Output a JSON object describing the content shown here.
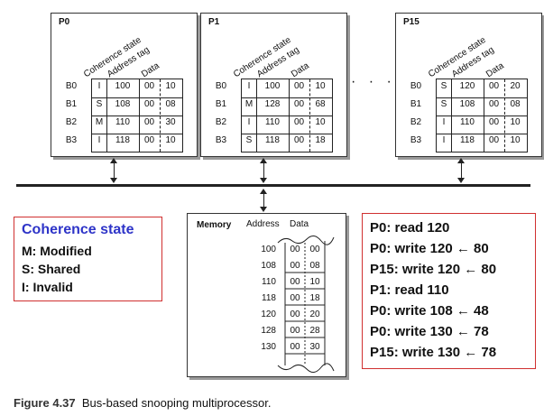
{
  "processors": [
    {
      "name": "P0",
      "header": {
        "state": "Coherence state",
        "tag": "Address tag",
        "data": "Data"
      },
      "rows": [
        {
          "block": "B0",
          "state": "I",
          "tag": "100",
          "d1": "00",
          "d2": "10"
        },
        {
          "block": "B1",
          "state": "S",
          "tag": "108",
          "d1": "00",
          "d2": "08"
        },
        {
          "block": "B2",
          "state": "M",
          "tag": "110",
          "d1": "00",
          "d2": "30"
        },
        {
          "block": "B3",
          "state": "I",
          "tag": "118",
          "d1": "00",
          "d2": "10"
        }
      ]
    },
    {
      "name": "P1",
      "header": {
        "state": "Coherence state",
        "tag": "Address tag",
        "data": "Data"
      },
      "rows": [
        {
          "block": "B0",
          "state": "I",
          "tag": "100",
          "d1": "00",
          "d2": "10"
        },
        {
          "block": "B1",
          "state": "M",
          "tag": "128",
          "d1": "00",
          "d2": "68"
        },
        {
          "block": "B2",
          "state": "I",
          "tag": "110",
          "d1": "00",
          "d2": "10"
        },
        {
          "block": "B3",
          "state": "S",
          "tag": "118",
          "d1": "00",
          "d2": "18"
        }
      ]
    },
    {
      "name": "P15",
      "header": {
        "state": "Coherence state",
        "tag": "Address tag",
        "data": "Data"
      },
      "rows": [
        {
          "block": "B0",
          "state": "S",
          "tag": "120",
          "d1": "00",
          "d2": "20"
        },
        {
          "block": "B1",
          "state": "S",
          "tag": "108",
          "d1": "00",
          "d2": "08"
        },
        {
          "block": "B2",
          "state": "I",
          "tag": "110",
          "d1": "00",
          "d2": "10"
        },
        {
          "block": "B3",
          "state": "I",
          "tag": "118",
          "d1": "00",
          "d2": "10"
        }
      ]
    }
  ],
  "ellipsis": "· · ·",
  "legend": {
    "title": "Coherence state",
    "items": [
      "M: Modified",
      "S: Shared",
      "I: Invalid"
    ]
  },
  "memory": {
    "title": "Memory",
    "address_label": "Address",
    "data_label": "Data",
    "rows": [
      {
        "addr": "100",
        "d1": "00",
        "d2": "00"
      },
      {
        "addr": "108",
        "d1": "00",
        "d2": "08"
      },
      {
        "addr": "110",
        "d1": "00",
        "d2": "10"
      },
      {
        "addr": "118",
        "d1": "00",
        "d2": "18"
      },
      {
        "addr": "120",
        "d1": "00",
        "d2": "20"
      },
      {
        "addr": "128",
        "d1": "00",
        "d2": "28"
      },
      {
        "addr": "130",
        "d1": "00",
        "d2": "30"
      }
    ]
  },
  "operations": [
    "P0: read 120",
    "P0: write 120 ← 80",
    "P15: write 120 ← 80",
    "P1: read 110",
    "P0: write 108 ← 48",
    "P0: write 130 ← 78",
    "P15: write 130 ← 78"
  ],
  "caption": {
    "figure": "Figure 4.37",
    "text": "Bus-based snooping multiprocessor."
  },
  "colors": {
    "legend_title": "#2e34c8",
    "box_border": "#d03030"
  }
}
